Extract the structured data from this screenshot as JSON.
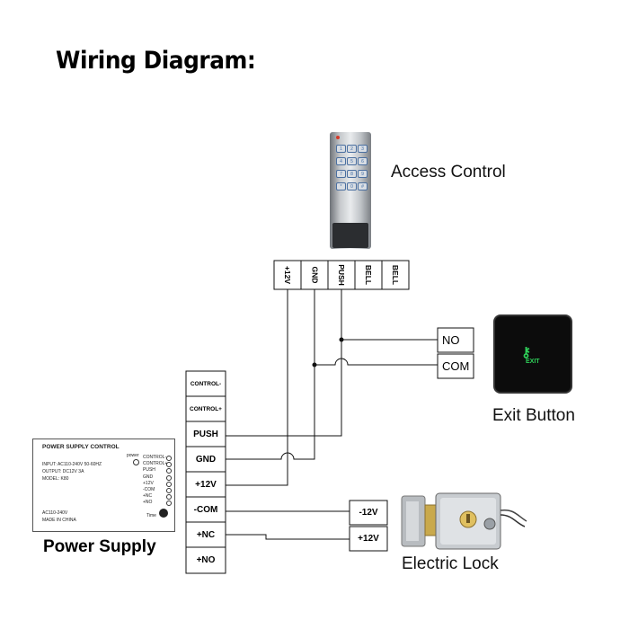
{
  "title": "Wiring Diagram:",
  "devices": {
    "access_control": "Access Control",
    "exit_button": "Exit Button",
    "power_supply": "Power Supply",
    "electric_lock": "Electric Lock"
  },
  "access_terminals": [
    "+12V",
    "GND",
    "PUSH",
    "BELL",
    "BELL"
  ],
  "button_terminals": [
    "NO",
    "COM"
  ],
  "ps_terminals": [
    "CONTROL-",
    "CONTROL+",
    "PUSH",
    "GND",
    "+12V",
    "-COM",
    "+NC",
    "+NO"
  ],
  "lock_terminals": [
    "-12V",
    "+12V"
  ],
  "exit_button_text": "EXIT",
  "keypad_keys": [
    "1",
    "2",
    "3",
    "4",
    "5",
    "6",
    "7",
    "8",
    "9",
    "*",
    "0",
    "#"
  ],
  "ps_label": {
    "heading": "POWER SUPPLY CONTROL",
    "power": "power",
    "input": "INPUT: AC110-240V 50-60HZ",
    "output": "OUTPUT: DC12V 3A",
    "model": "MODEL: K80",
    "voltage": "AC110-240V",
    "made_in": "MADE IN CHINA",
    "time": "Time",
    "side_terms": [
      "CONTROL-",
      "CONTROL+",
      "PUSH",
      "GND",
      "+12V",
      "-COM",
      "+NC",
      "+NO"
    ]
  },
  "colors": {
    "wire": "#111111",
    "exit_glow": "#2fd15a",
    "keypad_key": "#3d6ca8"
  }
}
